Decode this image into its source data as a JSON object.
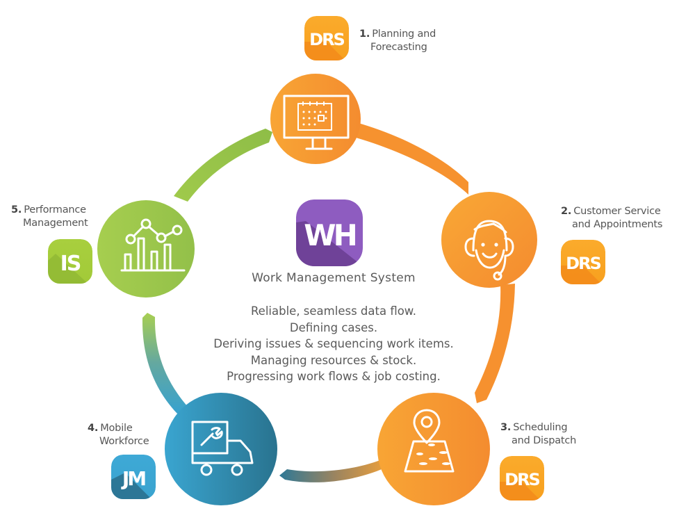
{
  "diagram": {
    "title": "Work Management System",
    "center_logo": {
      "text": "WH",
      "color": "#8e5cc0",
      "shadow": "#6a3f96"
    },
    "description_lines": [
      "Reliable, seamless data flow.",
      "Defining cases.",
      "Deriving issues & sequencing work items.",
      "Managing resources & stock.",
      "Progressing work flows & job costing."
    ],
    "steps": [
      {
        "number": "1.",
        "line1": "Planning and",
        "line2": "Forecasting",
        "logo": "DRS",
        "icon": "monitor-calendar-icon",
        "color": "#f7a033"
      },
      {
        "number": "2.",
        "line1": "Customer Service",
        "line2": "and Appointments",
        "logo": "DRS",
        "icon": "headset-agent-icon",
        "color": "#f7a033"
      },
      {
        "number": "3.",
        "line1": "Scheduling",
        "line2": "and Dispatch",
        "logo": "DRS",
        "icon": "map-pin-icon",
        "color": "#f7a033"
      },
      {
        "number": "4.",
        "line1": "Mobile",
        "line2": "Workforce",
        "logo": "JM",
        "icon": "service-van-icon",
        "color": "#2f84a8"
      },
      {
        "number": "5.",
        "line1": "Performance",
        "line2": "Management",
        "logo": "IS",
        "icon": "bar-line-chart-icon",
        "color": "#9cc646"
      }
    ],
    "colors": {
      "orange": "#f7a033",
      "orange_dark": "#f38a2f",
      "blue": "#3aa3cf",
      "blue_dark": "#2b7898",
      "green": "#a3cb4d",
      "green_dark": "#8ebc45",
      "purple": "#8e5cc0",
      "text": "#555555"
    }
  }
}
